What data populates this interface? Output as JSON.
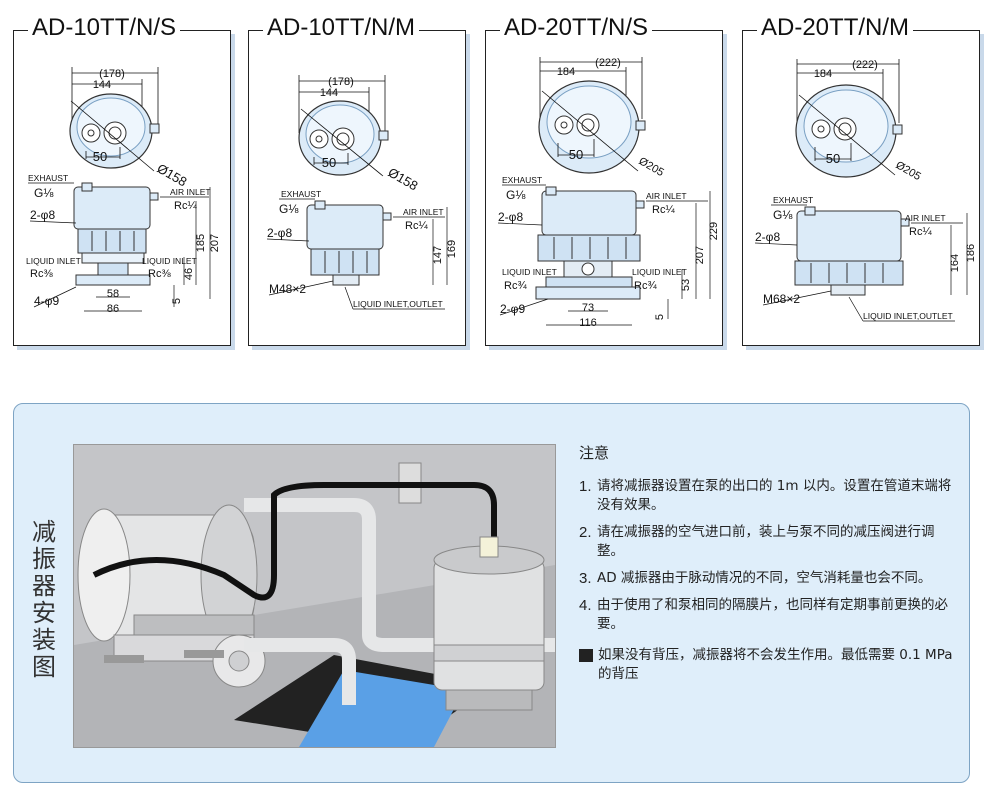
{
  "panels": [
    {
      "title": "AD-10TT/N/S",
      "dims": {
        "d178": "(178)",
        "d144": "144",
        "d50": "50",
        "dia": "Ø158",
        "d185": "185",
        "d207": "207",
        "d46": "46",
        "d5": "5",
        "d58": "58",
        "d86": "86"
      },
      "labels": {
        "exhaust": "EXHAUST",
        "exhaust_thread": "G⅛",
        "air_inlet": "AIR INLET",
        "air_thread": "Rc¼",
        "holes_side": "2-φ8",
        "liquid_inlet_l": "LIQUID INLET",
        "liquid_inlet_r": "LIQUID INLET",
        "liquid_thread_l": "Rc⅜",
        "liquid_thread_r": "Rc⅜",
        "base_holes": "4-φ9"
      }
    },
    {
      "title": "AD-10TT/N/M",
      "dims": {
        "d178": "(178)",
        "d144": "144",
        "d50": "50",
        "dia": "Ø158",
        "d147": "147",
        "d169": "169"
      },
      "labels": {
        "exhaust": "EXHAUST",
        "exhaust_thread": "G⅛",
        "air_inlet": "AIR INLET",
        "air_thread": "Rc¼",
        "holes_side": "2-φ8",
        "thread": "M48×2",
        "liquid_outlet": "LIQUID INLET,OUTLET"
      }
    },
    {
      "title": "AD-20TT/N/S",
      "dims": {
        "d222": "(222)",
        "d184": "184",
        "d50": "50",
        "dia": "Ø205",
        "d207": "207",
        "d229": "229",
        "d53": "53",
        "d5": "5",
        "d73": "73",
        "d116": "116"
      },
      "labels": {
        "exhaust": "EXHAUST",
        "exhaust_thread": "G⅛",
        "air_inlet": "AIR INLET",
        "air_thread": "Rc¼",
        "holes_side": "2-φ8",
        "liquid_inlet_l": "LIQUID INLET",
        "liquid_inlet_r": "LIQUID INLET",
        "liquid_thread_l": "Rc¾",
        "liquid_thread_r": "Rc¾",
        "base_holes": "2-φ9"
      }
    },
    {
      "title": "AD-20TT/N/M",
      "dims": {
        "d222": "(222)",
        "d184": "184",
        "d50": "50",
        "dia": "Ø205",
        "d164": "164",
        "d186": "186"
      },
      "labels": {
        "exhaust": "EXHAUST",
        "exhaust_thread": "G⅛",
        "air_inlet": "AIR INLET",
        "air_thread": "Rc¼",
        "holes_side": "2-φ8",
        "thread": "M68×2",
        "liquid_outlet": "LIQUID INLET,OUTLET"
      }
    }
  ],
  "install": {
    "title": "减振器安装图",
    "notes_title": "注意",
    "notes": [
      {
        "num": "1.",
        "text": "请将减振器设置在泵的出口的 1m 以内。设置在管道末端将没有效果。"
      },
      {
        "num": "2.",
        "text": "请在减振器的空气进口前，装上与泵不同的减压阀进行调整。"
      },
      {
        "num": "3.",
        "text": "AD 减振器由于脉动情况的不同，空气消耗量也会不同。"
      },
      {
        "num": "4.",
        "text": "由于使用了和泵相同的隔膜片，也同样有定期事前更换的必要。"
      }
    ],
    "footnote": "如果没有背压，减振器将不会发生作用。最低需要 0.1 MPa 的背压"
  },
  "colors": {
    "body_blue": "#dcebf8",
    "body_shade": "#a9c6e0",
    "panel_shadow": "#c9d9ea",
    "section_bg": "#dfeefa",
    "water": "#5aa0e6"
  }
}
